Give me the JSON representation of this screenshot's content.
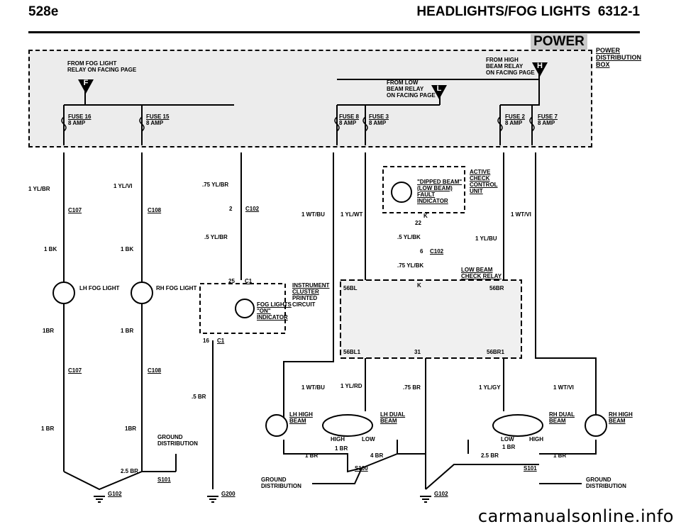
{
  "header": {
    "model": "528e",
    "title": "HEADLIGHTS/FOG LIGHTS",
    "page": "6312-1"
  },
  "section_tab": "POWER",
  "power_distribution_box": [
    "POWER",
    "DISTRIBUTION",
    "BOX"
  ],
  "sources": {
    "fog_relay": {
      "line1": "FROM FOG LIGHT",
      "line2": "RELAY ON FACING PAGE",
      "letter": "F"
    },
    "high_beam_relay": {
      "line1": "FROM HIGH",
      "line2": "BEAM RELAY",
      "line3": "ON FACING PAGE",
      "letter": "H"
    },
    "low_beam_relay": {
      "line1": "FROM LOW",
      "line2": "BEAM RELAY",
      "line3": "ON FACING PAGE",
      "letter": "L"
    }
  },
  "fuses": [
    {
      "name": "FUSE 16",
      "amp": "8 AMP"
    },
    {
      "name": "FUSE 15",
      "amp": "8 AMP"
    },
    {
      "name": "FUSE 8",
      "amp": "8 AMP"
    },
    {
      "name": "FUSE 3",
      "amp": "8 AMP"
    },
    {
      "name": "FUSE 2",
      "amp": "8 AMP"
    },
    {
      "name": "FUSE 7",
      "amp": "8 AMP"
    }
  ],
  "wires": {
    "w1": "1 YL/BR",
    "w2": "1 YL/VI",
    "w3": ".75 YL/BR",
    "w4": "1 WT/BU",
    "w5": "1 YL/WT",
    "w6": "1 WT/VI",
    "w7": ".5 YL/BR",
    "w8": ".5 YL/BK",
    "w9": "1 YL/BU",
    "w10": ".75 YL/BK",
    "bk1": "1 BK",
    "bk2": "1 BK",
    "br1": "1BR",
    "br2": "1 BR",
    "br3": ".5 BR",
    "br4": "1 BR",
    "br5": "1BR",
    "br6": "2.5 BR",
    "w11": "1 WT/BU",
    "w12": "1 YL/RD",
    "w13": ".75 BR",
    "w14": "1 YL/GY",
    "w15": "1 WT/VI",
    "br7": "1 BR",
    "br8": "1 BR",
    "br9": "4 BR",
    "br10": "2.5 BR",
    "br11": "1 BR",
    "br12": "1 BR"
  },
  "connectors": {
    "c107a": "C107",
    "c108a": "C108",
    "c102a": "C102",
    "c102a_pin": "2",
    "c102b": "C102",
    "c102b_pin": "6",
    "c1a": "C1",
    "c1a_pin": "25",
    "c1b": "C1",
    "c1b_pin": "16",
    "c107b": "C107",
    "c108b": "C108",
    "k_pin": "K",
    "pin22": "22"
  },
  "components": {
    "lh_fog": "LH FOG LIGHT",
    "rh_fog": "RH FOG LIGHT",
    "instrument": [
      "INSTRUMENT",
      "CLUSTER",
      "PRINTED",
      "CIRCUIT"
    ],
    "fog_indicator": [
      "FOG LIGHTS",
      "\"ON\"",
      "INDICATOR"
    ],
    "dipped": [
      "\"DIPPED BEAM\"",
      "(LOW BEAM)",
      "FAULT",
      "INDICATOR"
    ],
    "acc": [
      "ACTIVE",
      "CHECK",
      "CONTROL",
      "UNIT"
    ],
    "relay": [
      "LOW BEAM",
      "CHECK RELAY"
    ],
    "relay_pins": {
      "p56bl": "56BL",
      "p56br": "56BR",
      "pk": "K",
      "p56bl1": "56BL1",
      "p31": "31",
      "p56br1": "56BR1"
    },
    "lh_high": [
      "LH HIGH",
      "BEAM"
    ],
    "lh_dual": [
      "LH DUAL",
      "BEAM"
    ],
    "rh_dual": [
      "RH DUAL",
      "BEAM"
    ],
    "rh_high": [
      "RH HIGH",
      "BEAM"
    ],
    "high": "HIGH",
    "low": "LOW",
    "low2": "LOW",
    "high2": "HIGH"
  },
  "grounds": {
    "gd1": [
      "GROUND",
      "DISTRIBUTION"
    ],
    "gd2": [
      "GROUND",
      "DISTRIBUTION"
    ],
    "gd3": [
      "GROUND",
      "DISTRIBUTION"
    ],
    "g102a": "G102",
    "g200": "G200",
    "g102b": "G102",
    "s101a": "S101",
    "s100": "S100",
    "s101b": "S101"
  },
  "watermark": "carmanualsonline.info"
}
